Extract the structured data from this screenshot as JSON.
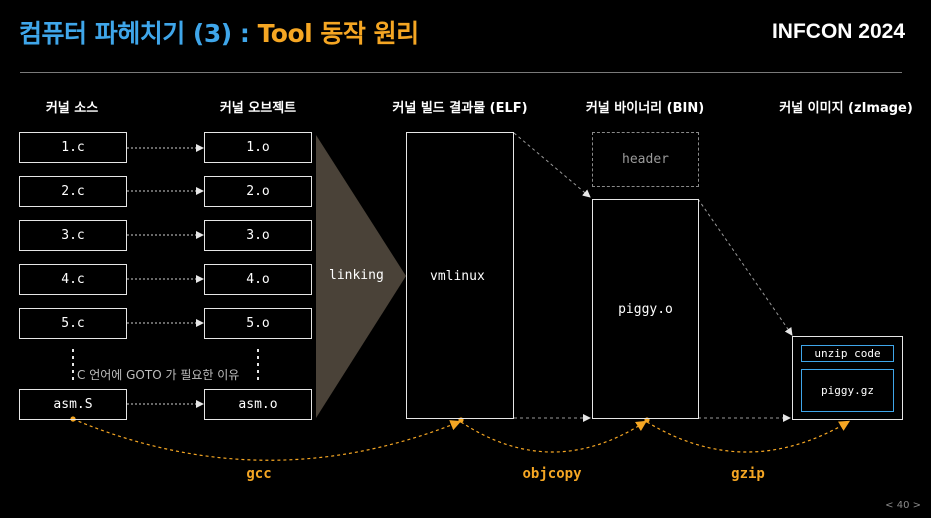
{
  "title": {
    "main": "컴퓨터 파헤치기 (3) : ",
    "highlight": "Tool 동작 원리"
  },
  "brand": "INFCON 2024",
  "columns": {
    "source": "커널 소스",
    "object": "커널 오브젝트",
    "elf": "커널 빌드 결과물 (ELF)",
    "bin": "커널 바이너리 (BIN)",
    "image": "커널 이미지 (zImage)"
  },
  "sources": [
    "1.c",
    "2.c",
    "3.c",
    "4.c",
    "5.c",
    "asm.S"
  ],
  "objects": [
    "1.o",
    "2.o",
    "3.o",
    "4.o",
    "5.o",
    "asm.o"
  ],
  "note": "C 언어에 GOTO 가 필요한 이유",
  "linking": "linking",
  "elf_label": "vmlinux",
  "header_label": "header",
  "bin_label": "piggy.o",
  "unzip_label": "unzip code",
  "gz_label": "piggy.gz",
  "steps": {
    "gcc": "gcc",
    "objcopy": "objcopy",
    "gzip": "gzip"
  },
  "page": "< 40 >",
  "colors": {
    "title_blue": "#3fa6ea",
    "accent_orange": "#f5a623",
    "linking_funnel": "#4a4238",
    "zimage_inner": "#3fa6ea"
  }
}
